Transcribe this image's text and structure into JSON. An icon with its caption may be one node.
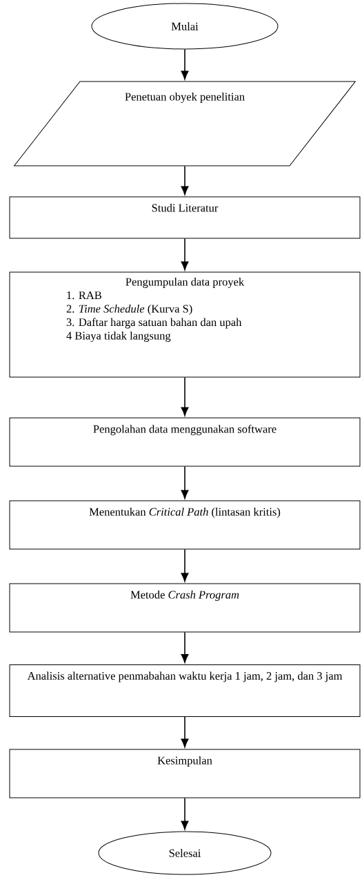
{
  "diagram": {
    "nodes": [
      {
        "text": [
          "Mulai"
        ]
      },
      {
        "text": [
          "Penetuan obyek penelitian"
        ]
      },
      {
        "text": [
          "Studi Literatur"
        ]
      },
      {
        "text": [
          "Pengumpulan data proyek",
          "1. RAB",
          "2. *Time Schedule* (Kurva S)",
          "3. Daftar harga satuan bahan dan upah",
          "4 Biaya tidak langsung"
        ]
      },
      {
        "text": [
          "Pengolahan data menggunakan software"
        ]
      },
      {
        "text": [
          "Menentukan *Critical Path* (lintasan kritis)"
        ]
      },
      {
        "text": [
          "Metode *Crash Program*"
        ]
      },
      {
        "text": [
          "Analisis alternative penmabahan waktu kerja 1 jam, 2 jam, dan 3 jam"
        ]
      },
      {
        "text": [
          "Kesimpulan"
        ]
      },
      {
        "text": [
          "Selesai"
        ]
      }
    ],
    "edges": [
      {
        "from": 0,
        "to": 1,
        "arrow": "to"
      },
      {
        "from": 1,
        "to": 2,
        "arrow": "to"
      },
      {
        "from": 2,
        "to": 3,
        "arrow": "to"
      },
      {
        "from": 3,
        "to": 4,
        "arrow": "to"
      },
      {
        "from": 4,
        "to": 5,
        "arrow": "to"
      },
      {
        "from": 5,
        "to": 6,
        "arrow": "to"
      },
      {
        "from": 6,
        "to": 7,
        "arrow": "to"
      },
      {
        "from": 7,
        "to": 8,
        "arrow": "to"
      },
      {
        "from": 8,
        "to": 9,
        "arrow": "to"
      }
    ]
  }
}
